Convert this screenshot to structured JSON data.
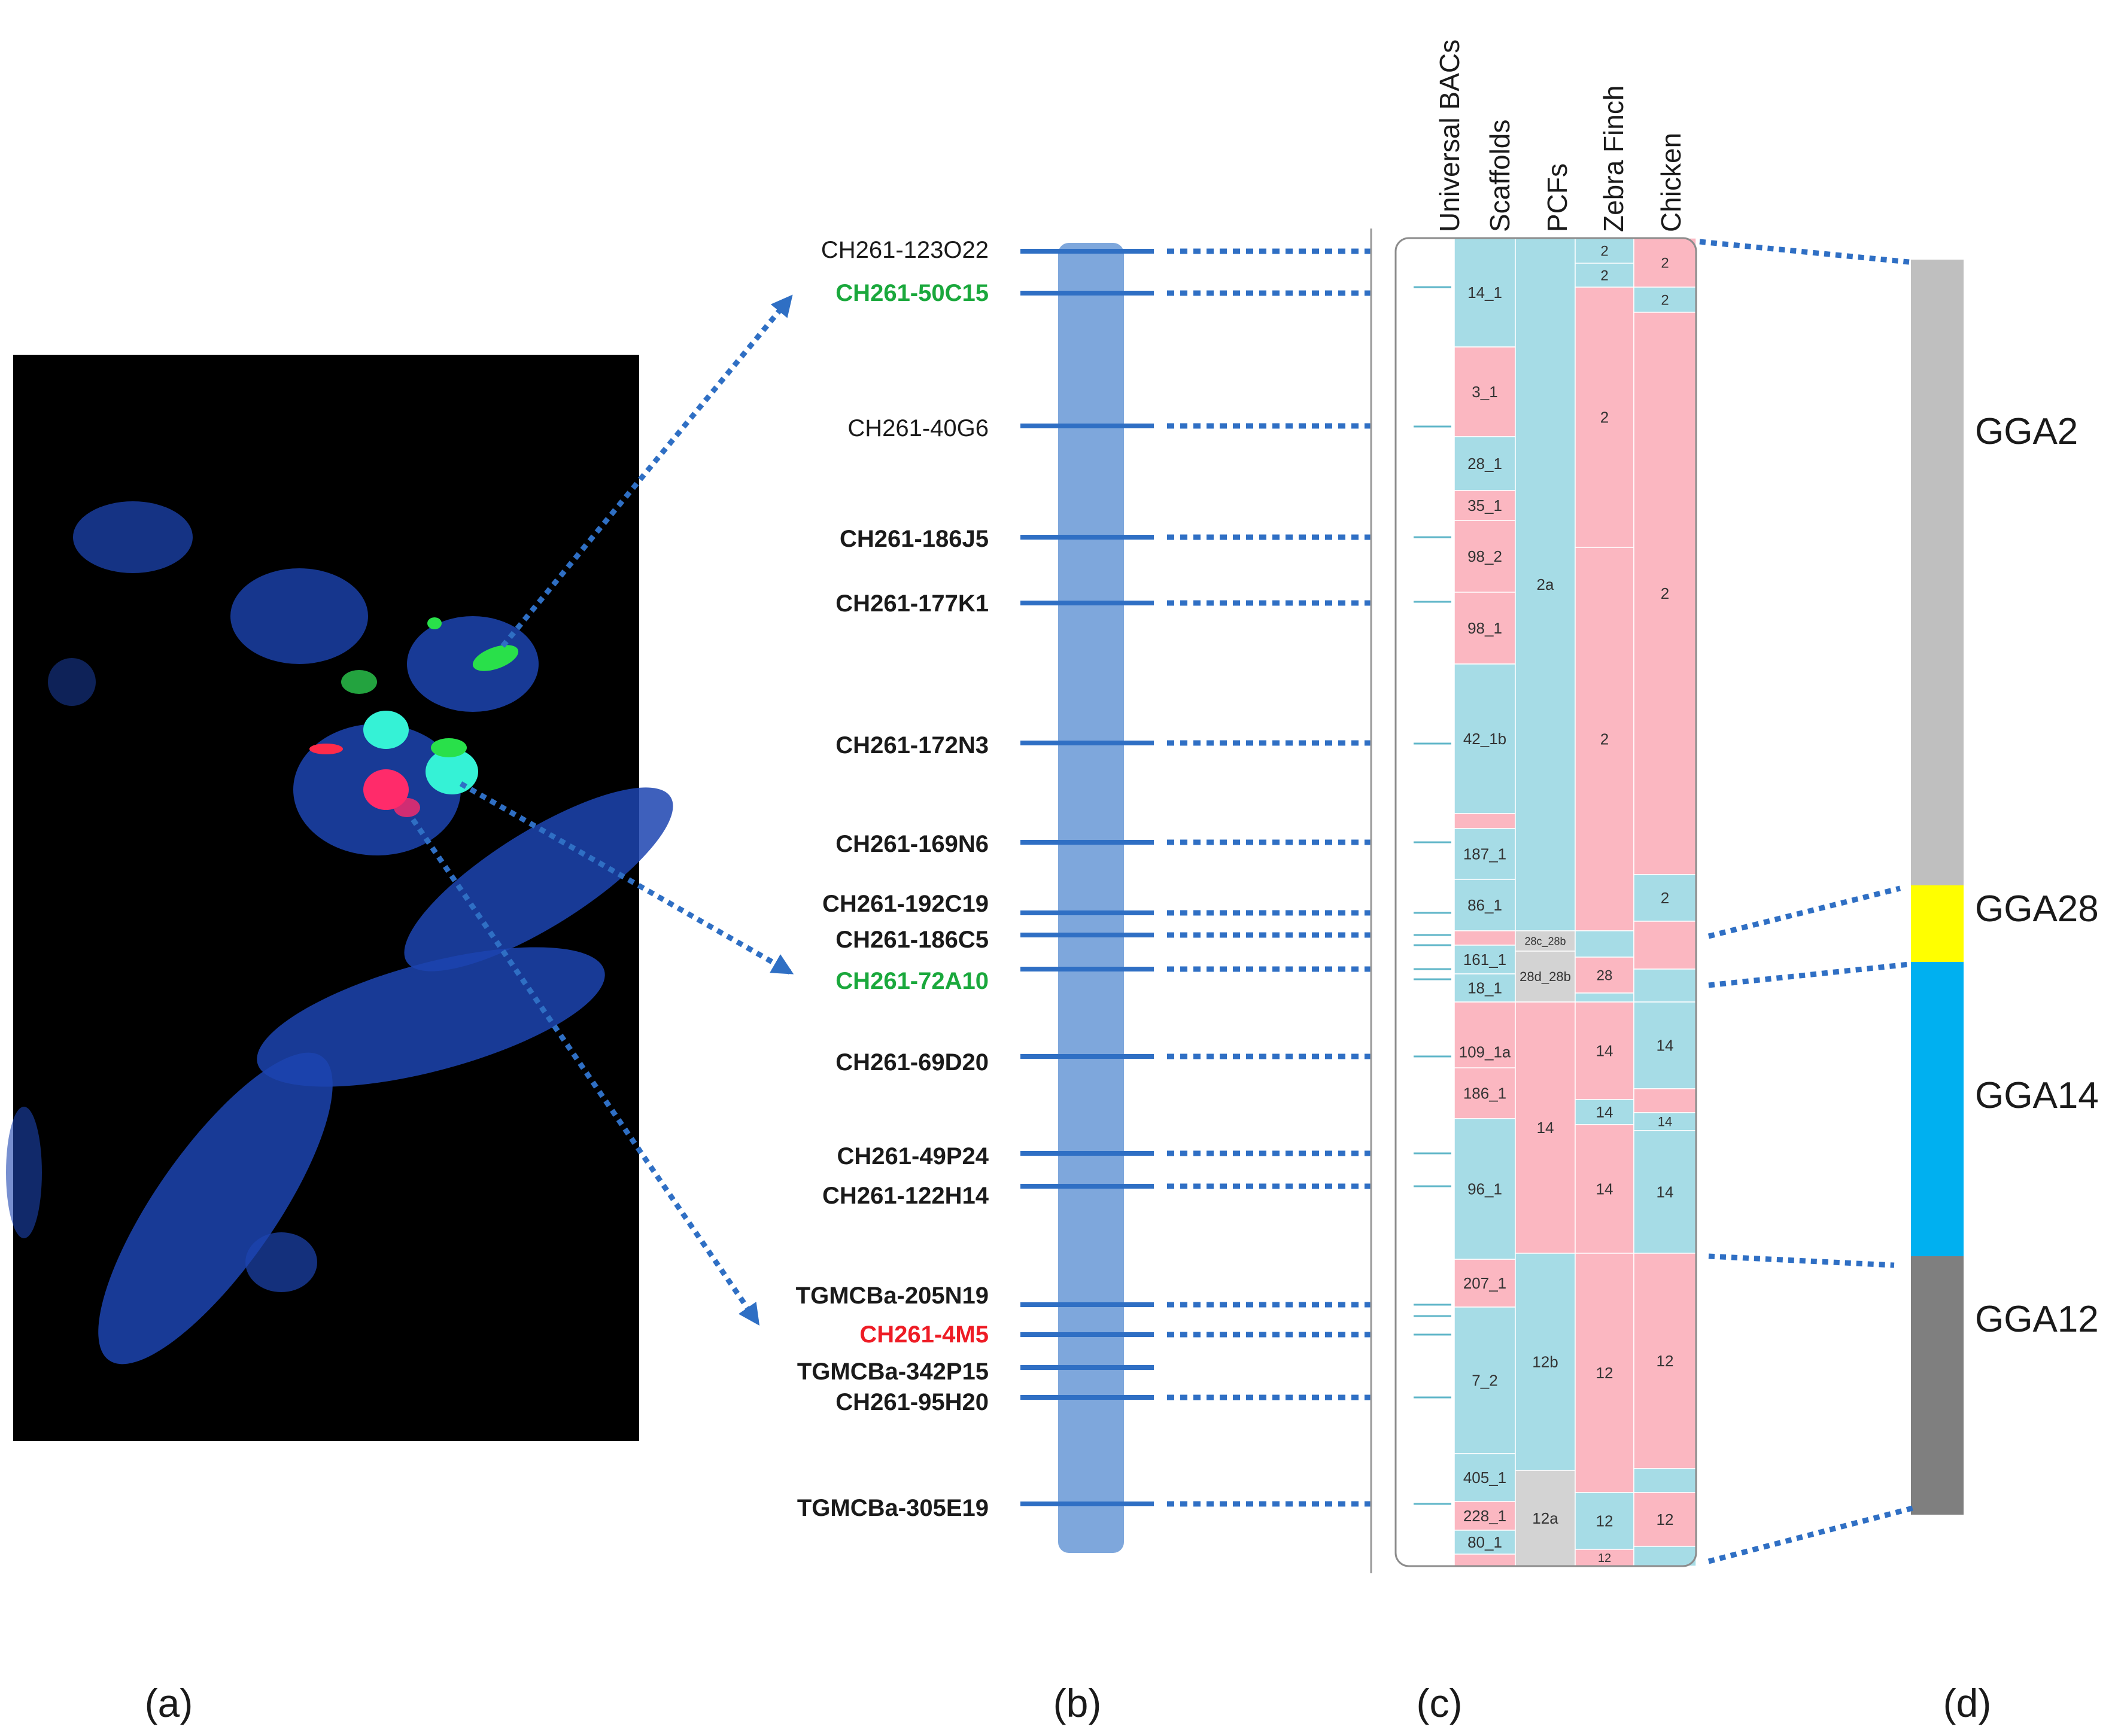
{
  "panel_labels": [
    "(a)",
    "(b)",
    "(c)",
    "(d)"
  ],
  "column_headers": [
    "Universal BACs",
    "Scaffolds",
    "PCFs",
    "Zebra Finch",
    "Chicken"
  ],
  "colors": {
    "blue_block": "#a6dce6",
    "pink_block": "#fbb7c1",
    "grey_block": "#d3d3d3",
    "chromosome": "#7ea7dc",
    "connector": "#2f6fc4",
    "label_green": "#1aa83c",
    "label_red": "#ee1c25",
    "label_black": "#1a1a1a"
  },
  "bac_labels": [
    {
      "text": "CH261-123O22",
      "color": "black",
      "bold": false
    },
    {
      "text": "CH261-50C15",
      "color": "green",
      "bold": true
    },
    {
      "text": "CH261-40G6",
      "color": "black",
      "bold": false
    },
    {
      "text": "CH261-186J5",
      "color": "black",
      "bold": true
    },
    {
      "text": "CH261-177K1",
      "color": "black",
      "bold": true
    },
    {
      "text": "CH261-172N3",
      "color": "black",
      "bold": true
    },
    {
      "text": "CH261-169N6",
      "color": "black",
      "bold": true
    },
    {
      "text": "CH261-192C19",
      "color": "black",
      "bold": true
    },
    {
      "text": "CH261-186C5",
      "color": "black",
      "bold": true
    },
    {
      "text": "CH261-72A10",
      "color": "green",
      "bold": true
    },
    {
      "text": "CH261-69D20",
      "color": "black",
      "bold": true
    },
    {
      "text": "CH261-49P24",
      "color": "black",
      "bold": true
    },
    {
      "text": "CH261-122H14",
      "color": "black",
      "bold": true
    },
    {
      "text": "TGMCBa-205N19",
      "color": "black",
      "bold": true
    },
    {
      "text": "CH261-4M5",
      "color": "red",
      "bold": true
    },
    {
      "text": "TGMCBa-342P15",
      "color": "black",
      "bold": true
    },
    {
      "text": "CH261-95H20",
      "color": "black",
      "bold": true
    },
    {
      "text": "TGMCBa-305E19",
      "color": "black",
      "bold": true
    }
  ],
  "scaffold_labels": [
    "14_1",
    "3_1",
    "28_1",
    "35_1",
    "98_2",
    "98_1",
    "42_1b",
    "187_1",
    "86_1",
    "161_1",
    "18_1",
    "109_1a",
    "186_1",
    "96_1",
    "207_1",
    "7_2",
    "405_1",
    "228_1",
    "80_1"
  ],
  "pcf_labels": [
    "2a",
    "28c_28b",
    "28d_28b",
    "14",
    "12b",
    "12a"
  ],
  "zebra_finch_labels": [
    "2",
    "2",
    "2",
    "2",
    "28",
    "14",
    "14",
    "14",
    "12",
    "12",
    "12"
  ],
  "chicken_labels": [
    "2",
    "2",
    "2",
    "2",
    "14",
    "14",
    "14",
    "12",
    "12"
  ],
  "chicken_chromosomes": [
    {
      "name": "GGA2",
      "color": "#bfbfbf"
    },
    {
      "name": "GGA28",
      "color": "#ffff00"
    },
    {
      "name": "GGA14",
      "color": "#00b0f0"
    },
    {
      "name": "GGA12",
      "color": "#7f7f7f"
    }
  ]
}
